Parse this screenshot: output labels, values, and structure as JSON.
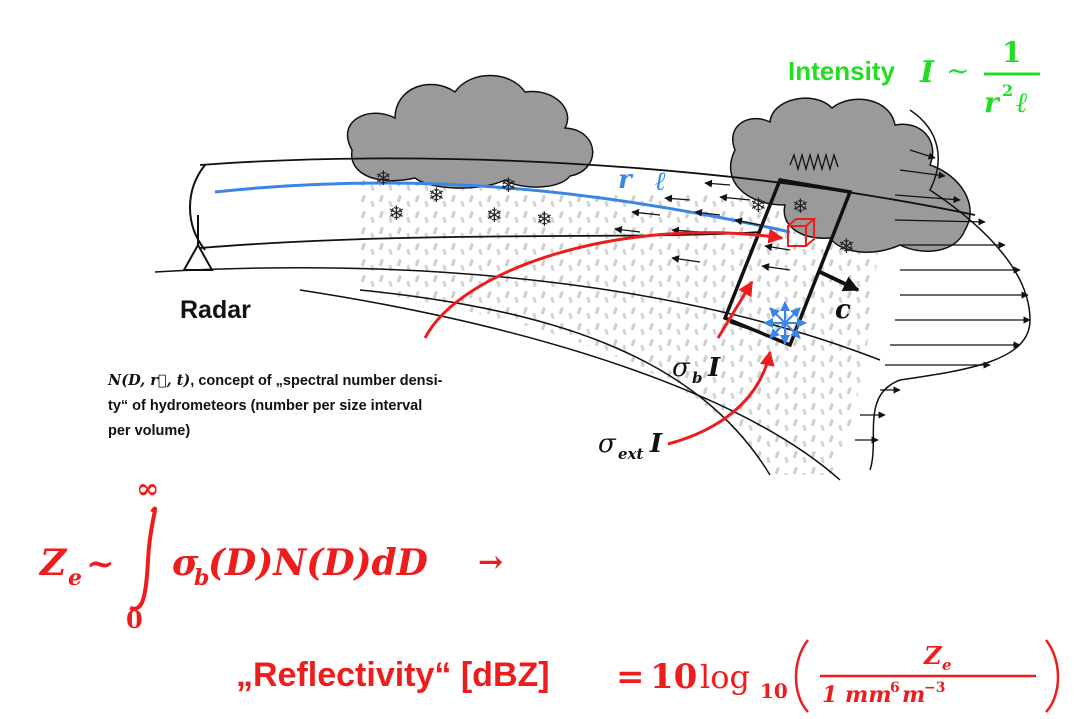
{
  "colors": {
    "accent_red": "#ee1c1c",
    "accent_green": "#22dd22",
    "beam_blue": "#3a86e8",
    "cloud_gray": "#9a9a9a"
  },
  "labels": {
    "intensity_word": "Intensity",
    "intensity_symbol": "I",
    "intensity_sim": "~",
    "intensity_num": "1",
    "intensity_den_r": "r",
    "intensity_den_exp": "2",
    "intensity_den_ell": "ℓ",
    "radar": "Radar",
    "beam_r": "r",
    "beam_ell": "ℓ",
    "wave_c": "c",
    "sigma_b": "σ",
    "sigma_b_sub": "b",
    "sigma_b_I": "I",
    "sigma_ext": "σ",
    "sigma_ext_sub": "ext",
    "sigma_ext_I": "I"
  },
  "note": {
    "symbol": "N(D, r⃗, t)",
    "line1_rest": ", concept of „spectral number densi-",
    "line2": "ty“ of hydrometeors (number per size interval",
    "line3": "per volume)"
  },
  "formula_ze": {
    "Z": "Z",
    "Z_sub": "e",
    "sim": "~",
    "upper_limit": "∞",
    "lower_limit": "0",
    "integrand": "σ",
    "integrand_sub": "b",
    "integrand_rest": "(D)N(D)dD",
    "arrow": "→"
  },
  "formula_dbz": {
    "word": "„Reflectivity“ [dBZ]",
    "equals": "=",
    "factor": "10",
    "log": "log",
    "log_base": "10",
    "frac_num": "Z",
    "frac_num_sub": "e",
    "frac_den": "1 mm",
    "frac_den_exp1": "6",
    "frac_den_m": "m",
    "frac_den_exp2": "−3"
  }
}
